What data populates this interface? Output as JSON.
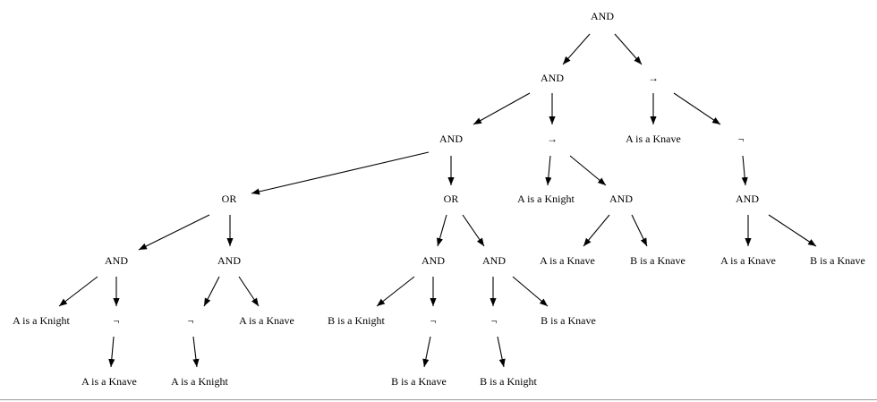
{
  "diagram": {
    "nodes": [
      {
        "id": "n1",
        "label": "AND"
      },
      {
        "id": "n2",
        "label": "AND"
      },
      {
        "id": "n3",
        "label": "→"
      },
      {
        "id": "n4",
        "label": "AND"
      },
      {
        "id": "n5",
        "label": "→"
      },
      {
        "id": "n6",
        "label": "A is a Knave"
      },
      {
        "id": "n7",
        "label": "¬"
      },
      {
        "id": "n8",
        "label": "OR"
      },
      {
        "id": "n9",
        "label": "OR"
      },
      {
        "id": "n10",
        "label": "A is a Knight"
      },
      {
        "id": "n11",
        "label": "AND"
      },
      {
        "id": "n12",
        "label": "AND"
      },
      {
        "id": "n13",
        "label": "AND"
      },
      {
        "id": "n14",
        "label": "AND"
      },
      {
        "id": "n15",
        "label": "AND"
      },
      {
        "id": "n16",
        "label": "AND"
      },
      {
        "id": "n17",
        "label": "A is a Knave"
      },
      {
        "id": "n18",
        "label": "B is a Knave"
      },
      {
        "id": "n19",
        "label": "A is a Knave"
      },
      {
        "id": "n20",
        "label": "B is a Knave"
      },
      {
        "id": "n21",
        "label": "A is a Knight"
      },
      {
        "id": "n22",
        "label": "¬"
      },
      {
        "id": "n23",
        "label": "¬"
      },
      {
        "id": "n24",
        "label": "A is a Knave"
      },
      {
        "id": "n25",
        "label": "B is a Knight"
      },
      {
        "id": "n26",
        "label": "¬"
      },
      {
        "id": "n27",
        "label": "¬"
      },
      {
        "id": "n28",
        "label": "B is a Knave"
      },
      {
        "id": "n29",
        "label": "A is a Knave"
      },
      {
        "id": "n30",
        "label": "A is a Knight"
      },
      {
        "id": "n31",
        "label": "B is a Knave"
      },
      {
        "id": "n32",
        "label": "B is a Knight"
      }
    ],
    "edges": [
      {
        "from": "n1",
        "to": "n2"
      },
      {
        "from": "n1",
        "to": "n3"
      },
      {
        "from": "n2",
        "to": "n4"
      },
      {
        "from": "n2",
        "to": "n5"
      },
      {
        "from": "n3",
        "to": "n6"
      },
      {
        "from": "n3",
        "to": "n7"
      },
      {
        "from": "n4",
        "to": "n8"
      },
      {
        "from": "n4",
        "to": "n9"
      },
      {
        "from": "n5",
        "to": "n10"
      },
      {
        "from": "n5",
        "to": "n11"
      },
      {
        "from": "n7",
        "to": "n12"
      },
      {
        "from": "n8",
        "to": "n13"
      },
      {
        "from": "n8",
        "to": "n14"
      },
      {
        "from": "n9",
        "to": "n15"
      },
      {
        "from": "n9",
        "to": "n16"
      },
      {
        "from": "n11",
        "to": "n17"
      },
      {
        "from": "n11",
        "to": "n18"
      },
      {
        "from": "n12",
        "to": "n19"
      },
      {
        "from": "n12",
        "to": "n20"
      },
      {
        "from": "n13",
        "to": "n21"
      },
      {
        "from": "n13",
        "to": "n22"
      },
      {
        "from": "n14",
        "to": "n23"
      },
      {
        "from": "n14",
        "to": "n24"
      },
      {
        "from": "n15",
        "to": "n25"
      },
      {
        "from": "n15",
        "to": "n26"
      },
      {
        "from": "n16",
        "to": "n27"
      },
      {
        "from": "n16",
        "to": "n28"
      },
      {
        "from": "n22",
        "to": "n29"
      },
      {
        "from": "n23",
        "to": "n30"
      },
      {
        "from": "n26",
        "to": "n31"
      },
      {
        "from": "n27",
        "to": "n32"
      }
    ]
  }
}
